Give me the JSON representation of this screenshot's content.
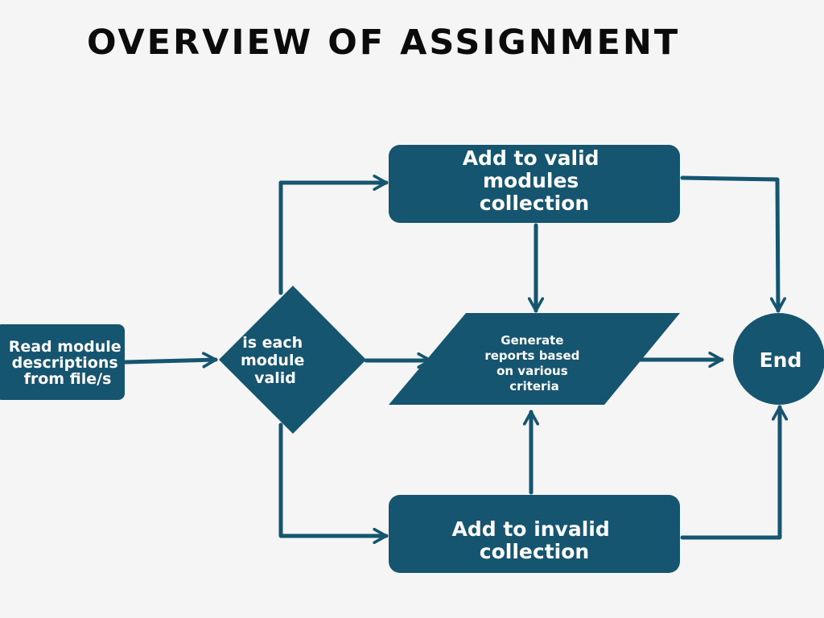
{
  "title": "OVERVIEW OF ASSIGNMENT",
  "colors": {
    "shape_fill": "#155570",
    "text_on_shape": "#ffffff",
    "title_text": "#0b0b0b",
    "background": "#f5f5f5"
  },
  "nodes": {
    "read": {
      "shape": "rectangle",
      "lines": [
        "Read module",
        "descriptions",
        "from file/s"
      ]
    },
    "decision": {
      "shape": "diamond",
      "lines": [
        "is each",
        "module",
        "valid"
      ]
    },
    "valid": {
      "shape": "rounded-rectangle",
      "lines": [
        "Add to valid",
        "modules",
        "collection"
      ]
    },
    "invalid": {
      "shape": "rounded-rectangle",
      "lines": [
        "Add to invalid",
        "collection"
      ]
    },
    "reports": {
      "shape": "parallelogram",
      "lines": [
        "Generate",
        "reports based",
        "on various",
        "criteria"
      ]
    },
    "end": {
      "shape": "circle",
      "lines": [
        "End"
      ]
    }
  },
  "edges": [
    {
      "from": "read",
      "to": "decision"
    },
    {
      "from": "decision",
      "to": "valid"
    },
    {
      "from": "decision",
      "to": "reports"
    },
    {
      "from": "decision",
      "to": "invalid"
    },
    {
      "from": "valid",
      "to": "reports"
    },
    {
      "from": "invalid",
      "to": "reports"
    },
    {
      "from": "valid",
      "to": "end"
    },
    {
      "from": "reports",
      "to": "end"
    },
    {
      "from": "invalid",
      "to": "end"
    }
  ]
}
